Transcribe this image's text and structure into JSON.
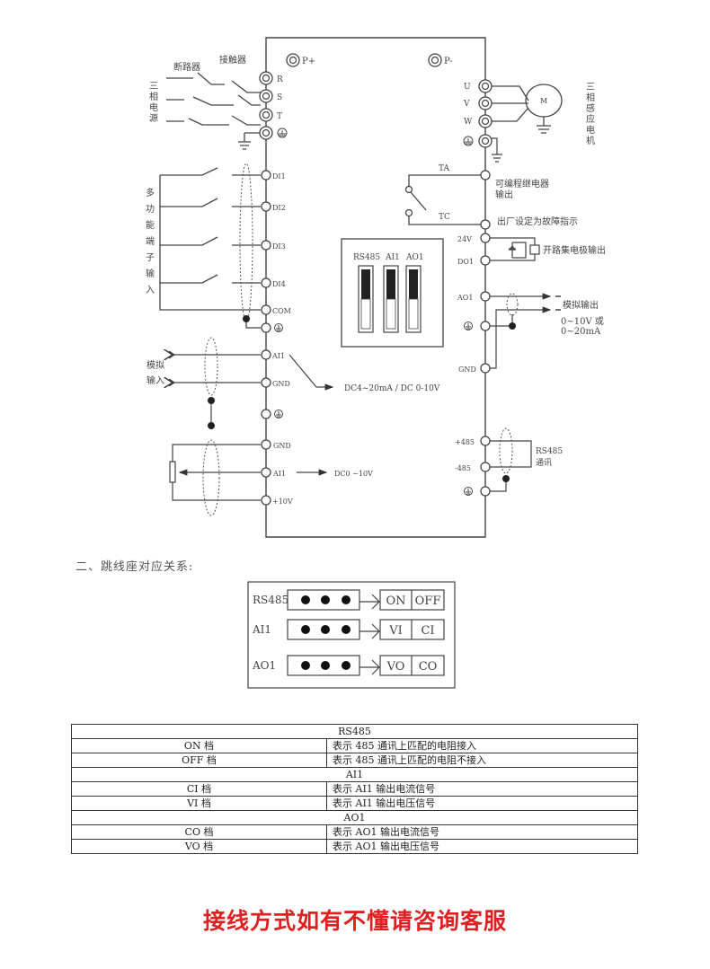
{
  "diagram": {
    "top_terminals": {
      "p_plus": "P+",
      "p_minus": "P-"
    },
    "power_input": {
      "breaker_label": "断路器",
      "contactor_label": "接触器",
      "source_label": [
        "三",
        "相",
        "电",
        "源"
      ],
      "terminals": [
        "R",
        "S",
        "T"
      ]
    },
    "motor": {
      "terminals": [
        "U",
        "V",
        "W"
      ],
      "motor_label": "M",
      "motor_caption": [
        "三",
        "相",
        "感",
        "应",
        "电",
        "机"
      ]
    },
    "digital_inputs": {
      "caption": [
        "多",
        "功",
        "能",
        "端",
        "子",
        "输",
        "入"
      ],
      "terminals": [
        "DI1",
        "DI2",
        "DI3",
        "DI4",
        "COM"
      ]
    },
    "relay": {
      "ta": "TA",
      "tc": "TC",
      "caption_line1": "可编程继电器",
      "caption_line2": "输出",
      "fault_caption": "出厂设定为故障指示"
    },
    "open_collector": {
      "v24": "24V",
      "do1": "DO1",
      "caption": "开路集电极输出"
    },
    "dip_switch": {
      "labels": [
        "RS485",
        "AI1",
        "AO1"
      ]
    },
    "analog_output": {
      "terminal": "AO1",
      "gnd": "GND",
      "caption": "模拟输出",
      "range_line1": "0~10V 或",
      "range_line2": "0~20mA"
    },
    "analog_input": {
      "caption_line1": "模拟",
      "caption_line2": "输入",
      "ai1": "AI1",
      "gnd": "GND",
      "range": "DC4~20mA / DC 0-10V"
    },
    "pot_input": {
      "gnd": "GND",
      "ai1": "AI1",
      "v10": "+10V",
      "range": "DC0 ~10V"
    },
    "rs485": {
      "plus": "+485",
      "minus": "-485",
      "caption_line1": "RS485",
      "caption_line2": "通讯"
    }
  },
  "section_title": "二、跳线座对应关系:",
  "jumpers": [
    {
      "name": "RS485",
      "left": "ON",
      "right": "OFF"
    },
    {
      "name": "AI1",
      "left": "VI",
      "right": "CI"
    },
    {
      "name": "AO1",
      "left": "VO",
      "right": "CO"
    }
  ],
  "mapping_table": [
    {
      "header": "RS485",
      "rows": [
        {
          "key": "ON 档",
          "desc": "表示 485 通讯上匹配的电阻接入"
        },
        {
          "key": "OFF 档",
          "desc": "表示 485 通讯上匹配的电阻不接入"
        }
      ]
    },
    {
      "header": "AI1",
      "rows": [
        {
          "key": "CI 档",
          "desc": "表示 AI1 输出电流信号"
        },
        {
          "key": "VI 档",
          "desc": "表示 AI1 输出电压信号"
        }
      ]
    },
    {
      "header": "AO1",
      "rows": [
        {
          "key": "CO 档",
          "desc": "表示 AO1 输出电流信号"
        },
        {
          "key": "VO 档",
          "desc": "表示 AO1 输出电压信号"
        }
      ]
    }
  ],
  "footer_notice": "接线方式如有不懂请咨询客服",
  "colors": {
    "line": "#444444",
    "notice": "#e02020"
  }
}
